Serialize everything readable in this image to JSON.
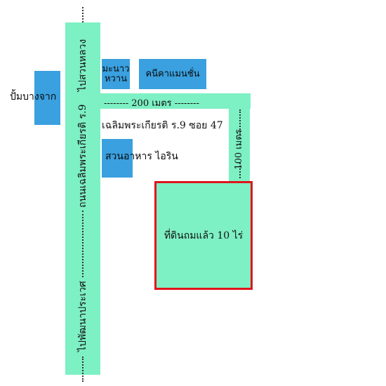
{
  "labels": {
    "road_north": "ไปสวนหลวง",
    "road_main": "ถนนเฉลิมพระเกียรติ ร.9",
    "road_south": "ไปพัฒนาประเวศ",
    "soi_name": "เฉลิมพระเกียรติ ร.9 ซอย 47",
    "distance_horizontal": "200 เมตร",
    "distance_vertical": "100 เมตร",
    "plot": "ที่ดินถมแล้ว 10 ไร่"
  },
  "landmarks": {
    "bang_chak": "ปั้มบางจาก",
    "manao_wan": "มะนาวหวาน",
    "mansion": "คนีคาแมนชั่น",
    "restaurant": "สวนอาหาร ไอริน"
  },
  "colors": {
    "road": "#7df0c4",
    "landmark": "#3aa0df",
    "plot_border": "#e1141b"
  }
}
